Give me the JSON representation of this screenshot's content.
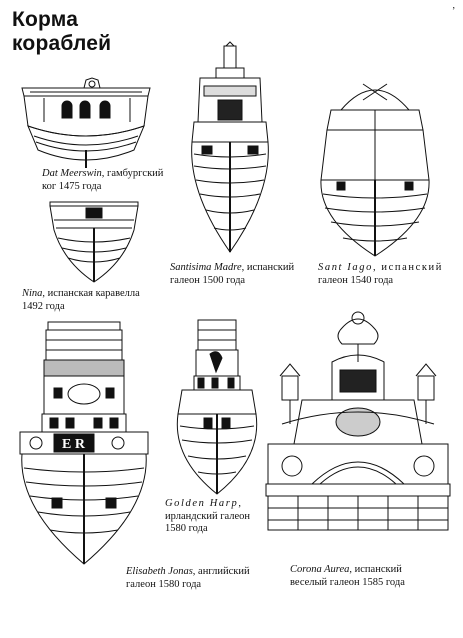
{
  "page": {
    "title_line1": "Корма",
    "title_line2": "кораблей",
    "corner_mark": ","
  },
  "ships": [
    {
      "name": "Dat Meerswin",
      "desc1": ", гамбургский",
      "desc2": "ког 1475 года"
    },
    {
      "name": "Nina",
      "desc1": ", испанская каравелла",
      "desc2": "1492 года"
    },
    {
      "name": "Santisima Madre",
      "desc1": ", испанский",
      "desc2": "галеон 1500 года"
    },
    {
      "name": "Sant Iago",
      "desc1": ", испанский",
      "desc2": "галеон 1540 года"
    },
    {
      "name": "Elisabeth Jonas",
      "desc1": ", английский",
      "desc2": "галеон 1580 года"
    },
    {
      "name": "Golden Harp",
      "desc1": ",",
      "desc2": "ирландский галеон",
      "desc3": "1580 года"
    },
    {
      "name": "Corona Aurea",
      "desc1": ", испанский",
      "desc2": "веселый галеон 1585 года"
    }
  ],
  "decor": {
    "elisabeth_stern_letters": "E R"
  }
}
